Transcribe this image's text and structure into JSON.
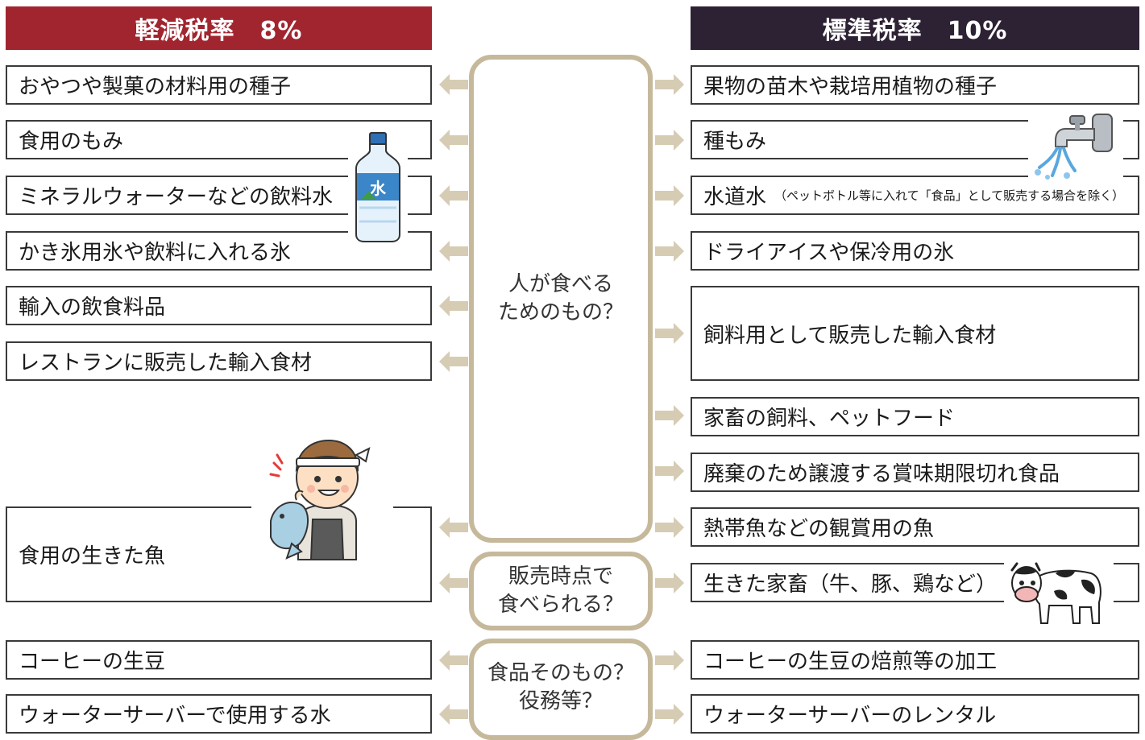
{
  "headers": {
    "reduced": "軽減税率　8%",
    "standard": "標準税率　10%",
    "reduced_color": "#a1252f",
    "standard_color": "#2d2134"
  },
  "questions": {
    "q1_line1": "人が食べる",
    "q1_line2": "ためのもの？",
    "q2_line1": "販売時点で",
    "q2_line2": "食べられる？",
    "q3_line1": "食品そのもの？",
    "q3_line2": "役務等？"
  },
  "left_items": [
    "おやつや製菓の材料用の種子",
    "食用のもみ",
    "ミネラルウォーターなどの飲料水",
    "かき氷用氷や飲料に入れる氷",
    "輸入の飲食料品",
    "レストランに販売した輸入食材",
    "食用の生きた魚",
    "コーヒーの生豆",
    "ウォーターサーバーで使用する水"
  ],
  "right_items": [
    "果物の苗木や栽培用植物の種子",
    "種もみ",
    "水道水",
    "ドライアイスや保冷用の氷",
    "飼料用として販売した輸入食材",
    "家畜の飼料、ペットフード",
    "廃棄のため譲渡する賞味期限切れ食品",
    "熱帯魚などの観賞用の魚",
    "生きた家畜（牛、豚、鶏など）",
    "コーヒーの生豆の焙煎等の加工",
    "ウォーターサーバーのレンタル"
  ],
  "right_notes": {
    "tap_water_note": "（ペットボトル等に入れて「食品」として販売する場合を除く）"
  },
  "illustrations": {
    "bottle_label": "水",
    "bottle": "water-bottle-icon",
    "faucet": "faucet-icon",
    "fishmonger": "fishmonger-icon",
    "cow": "cow-icon"
  }
}
